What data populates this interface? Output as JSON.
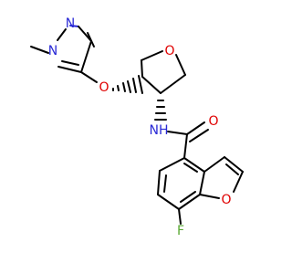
{
  "molecule": {
    "atoms": {
      "methyl_n": "N",
      "ring_n": "N",
      "ether_o": "O",
      "thf_o": "O",
      "amide_nh": "NH",
      "carbonyl_o": "O",
      "furan_o": "O",
      "fluorine": "F"
    }
  },
  "colors": {
    "carbon": "#000000",
    "nitrogen": "#2a2ad6",
    "oxygen": "#e00000",
    "fluorine": "#58a832",
    "background": "#ffffff"
  }
}
